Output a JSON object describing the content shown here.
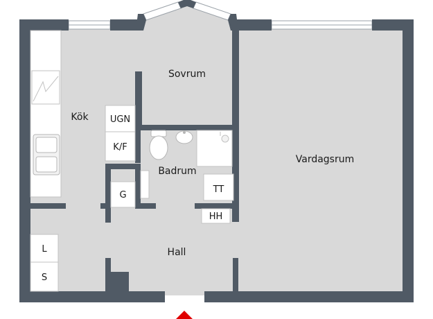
{
  "rooms": {
    "bedroom": "Sovrum",
    "kitchen": "Kök",
    "bathroom": "Badrum",
    "living_room": "Vardagsrum",
    "hall": "Hall"
  },
  "fixtures": {
    "oven": "UGN",
    "fridge_freezer": "K/F",
    "tumble_dryer": "TT",
    "hat_rack": "HH",
    "wardrobe_g": "G",
    "wardrobe_l": "L",
    "wardrobe_s": "S"
  },
  "colors": {
    "wall": "#505a65",
    "floor": "#d9d9d9",
    "entrance_arrow": "#e00000",
    "fixture_fill": "#ffffff",
    "fixture_line": "#c2c2c2"
  },
  "icons": {
    "entrance": "entrance-arrow-icon",
    "toilet": "toilet-icon",
    "sink": "sink-icon",
    "shower": "shower-icon",
    "stove": "stove-icon",
    "kitchen_sink": "kitchen-sink-icon"
  }
}
